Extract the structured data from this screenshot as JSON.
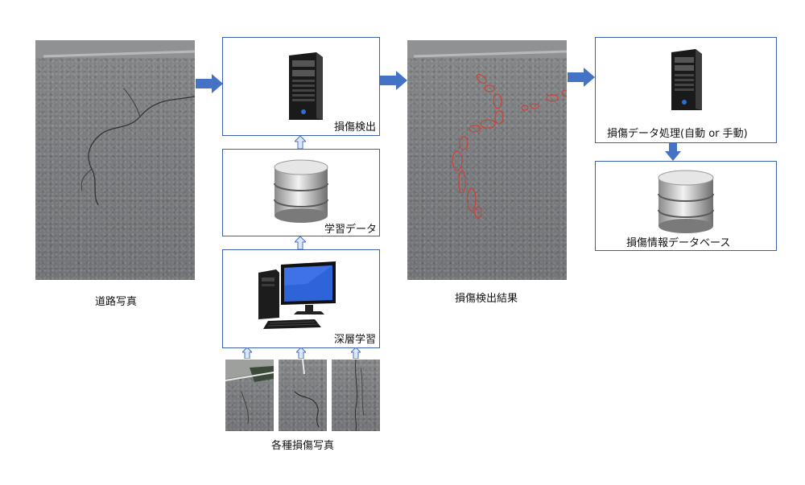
{
  "labels": {
    "road_photo": "道路写真",
    "damage_detection": "損傷検出",
    "training_data": "学習データ",
    "deep_learning": "深層学習",
    "damage_photos": "各種損傷写真",
    "detection_result": "損傷検出結果",
    "data_processing": "損傷データ処理(自動 or 手動)",
    "damage_database": "損傷情報データベース"
  },
  "colors": {
    "box_border": "#3d5ea8",
    "arrow_fill": "#4472c4",
    "small_arrow_fill": "#dce6f5",
    "detection_outline": "#d9382c"
  },
  "icons": [
    "server-icon",
    "database-icon",
    "desktop-computer-icon",
    "arrow-right-icon",
    "arrow-down-icon",
    "arrow-up-icon"
  ]
}
